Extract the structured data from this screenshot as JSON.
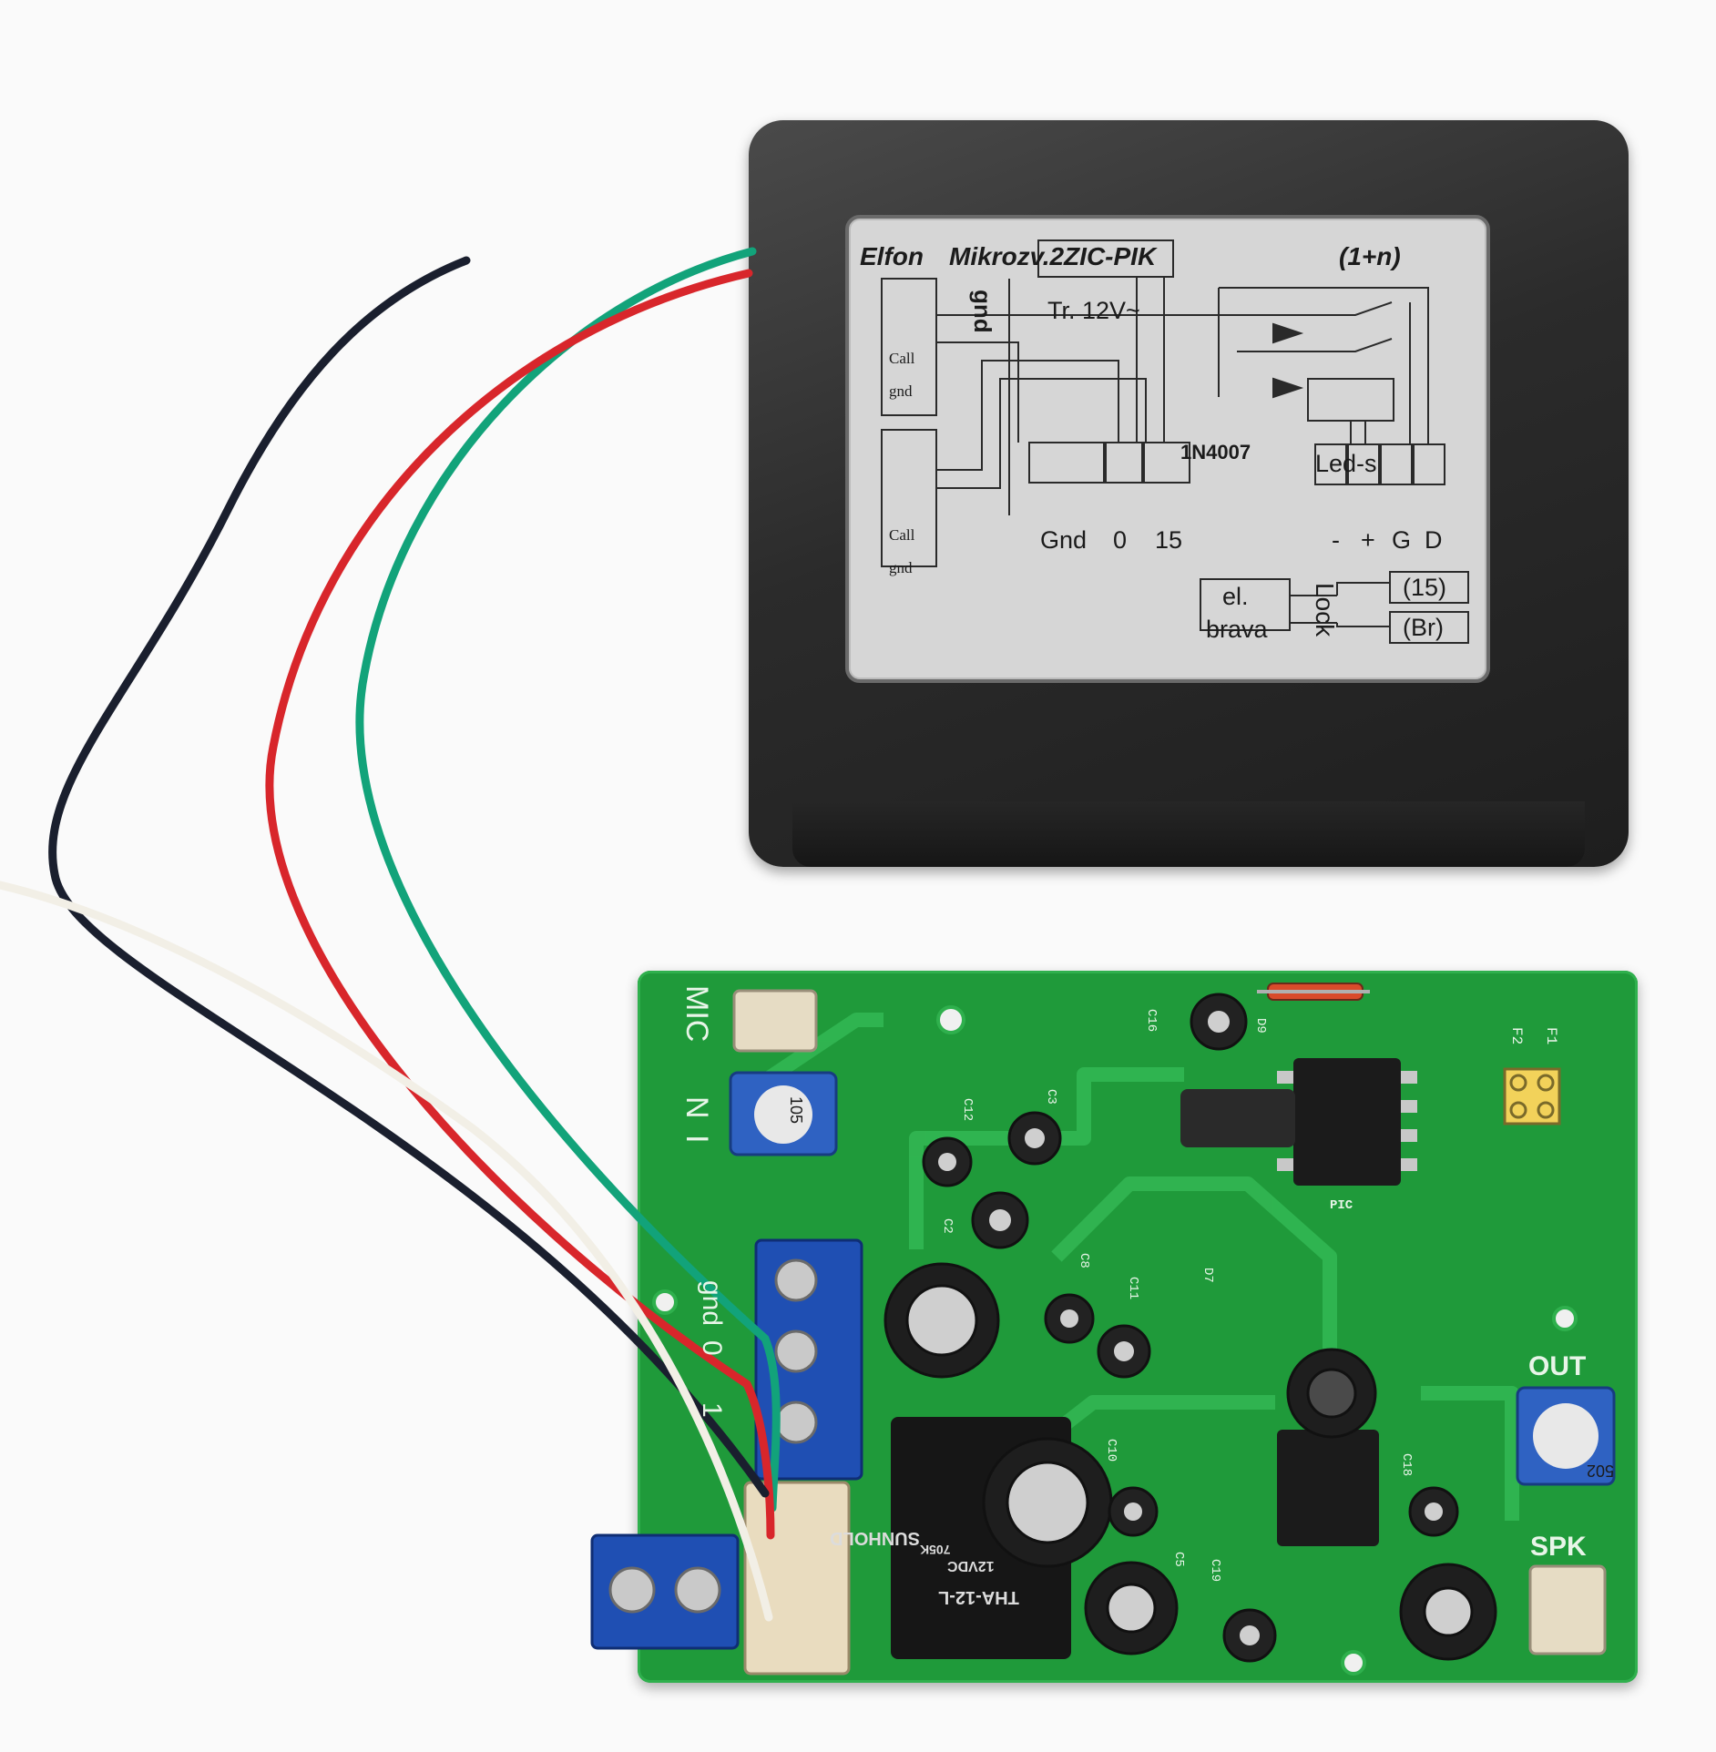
{
  "enclosure_label": {
    "brand": "Elfon",
    "model": "Mikrozv.2ZIC-PIK",
    "config": "(1+n)",
    "gnd": "gnd",
    "transformer": "Tr. 12V~",
    "call_1": "Call",
    "gnd_1": "gnd",
    "call_2": "Call",
    "gnd_2": "gnd",
    "diode": "1N4007",
    "leds": "Led-s",
    "terminal_gnd": "Gnd",
    "terminal_0": "0",
    "terminal_15": "15",
    "terminal_minus": "-",
    "terminal_plus": "+",
    "terminal_g": "G",
    "terminal_d": "D",
    "lock": "Lock",
    "el_brava_1": "el.",
    "el_brava_2": "brava",
    "lock_15": "(15)",
    "lock_br": "(Br)"
  },
  "pcb_silkscreen": {
    "mic": "MIC",
    "n1": "N",
    "n2": "I",
    "gnd": "gnd",
    "t0": "0",
    "t1": "1",
    "out": "OUT",
    "spk": "SPK",
    "f1": "F1",
    "f2": "F2",
    "pic": "PIC",
    "d9": "D9",
    "c16": "C16",
    "c12": "C12",
    "c3": "C3",
    "c2": "C2",
    "c8": "C8",
    "c11": "C11",
    "d7": "D7",
    "c10": "C10",
    "c18": "C18",
    "c19": "C19",
    "c5": "C5"
  },
  "relay": {
    "brand": "SUNHOLD",
    "model": "THA-12-L",
    "voltage": "12VDC",
    "code": "705K"
  },
  "trimmer_codes": {
    "mic_trim": "105",
    "out_trim": "502"
  },
  "colors": {
    "enclosure": "#2b2b2b",
    "label": "#d6d6d6",
    "pcb": "#1f9a3a",
    "wire_black": "#1a1f2e",
    "wire_red": "#d8262b",
    "wire_green": "#12a37a",
    "wire_white": "#f2efe6",
    "terminal_blue": "#1f4fb3"
  }
}
